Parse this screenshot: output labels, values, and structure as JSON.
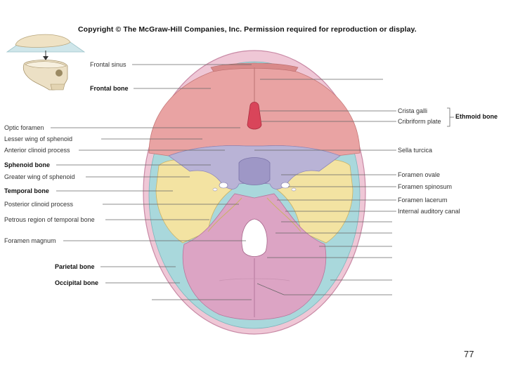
{
  "header": {
    "copyright": "Copyright © The McGraw-Hill Companies, Inc. Permission required for reproduction or display."
  },
  "labels_left": [
    {
      "text": "Frontal sinus",
      "bold": false
    },
    {
      "text": "Frontal bone",
      "bold": true
    },
    {
      "text": "Optic foramen",
      "bold": false
    },
    {
      "text": "Lesser wing of sphenoid",
      "bold": false
    },
    {
      "text": "Anterior clinoid process",
      "bold": false
    },
    {
      "text": "Sphenoid bone",
      "bold": true
    },
    {
      "text": "Greater wing of sphenoid",
      "bold": false
    },
    {
      "text": "Temporal bone",
      "bold": true
    },
    {
      "text": "Posterior clinoid process",
      "bold": false
    },
    {
      "text": "Petrous region of temporal bone",
      "bold": false
    },
    {
      "text": "Foramen magnum",
      "bold": false
    },
    {
      "text": "Parietal bone",
      "bold": true
    },
    {
      "text": "Occipital bone",
      "bold": true
    }
  ],
  "labels_right": [
    {
      "text": "Crista galli",
      "bold": false
    },
    {
      "text": "Cribriform plate",
      "bold": false
    },
    {
      "text": "Ethmoid bone",
      "bold": true
    },
    {
      "text": "Sella turcica",
      "bold": false
    },
    {
      "text": "Foramen ovale",
      "bold": false
    },
    {
      "text": "Foramen spinosum",
      "bold": false
    },
    {
      "text": "Foramen lacerum",
      "bold": false
    },
    {
      "text": "Internal auditory canal",
      "bold": false
    }
  ],
  "footer": {
    "page_number": "77"
  },
  "colors": {
    "frontal": "#e9a3a3",
    "sphenoid": "#b9b3d6",
    "temporal": "#f3e3a2",
    "occipital": "#dca4c4",
    "parietal": "#a9d8dc",
    "skull_rim": "#efc7d6"
  }
}
